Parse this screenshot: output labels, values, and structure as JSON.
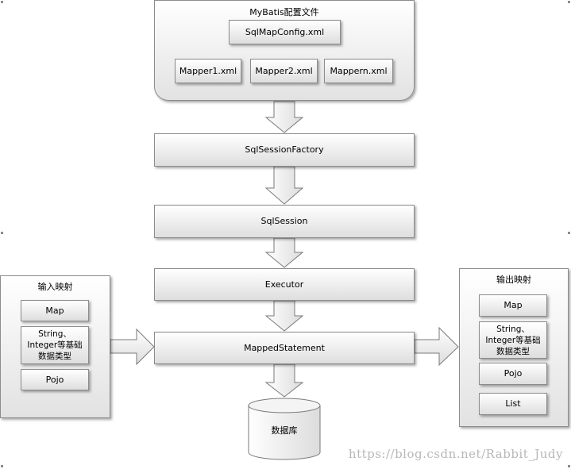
{
  "config_panel": {
    "title": "MyBatis配置文件",
    "sqlmapconfig": "SqlMapConfig.xml",
    "mappers": [
      "Mapper1.xml",
      "Mapper2.xml",
      "Mappern.xml"
    ]
  },
  "flow": {
    "factory": "SqlSessionFactory",
    "session": "SqlSession",
    "executor": "Executor",
    "mapped_statement": "MappedStatement",
    "database": "数据库"
  },
  "input_panel": {
    "title": "输入映射",
    "items": [
      "Map",
      "String、\nInteger等基础\n数据类型",
      "Pojo"
    ]
  },
  "output_panel": {
    "title": "输出映射",
    "items": [
      "Map",
      "String、\nInteger等基础\n数据类型",
      "Pojo",
      "List"
    ]
  },
  "watermark": "https://blog.csdn.net/Rabbit_Judy"
}
